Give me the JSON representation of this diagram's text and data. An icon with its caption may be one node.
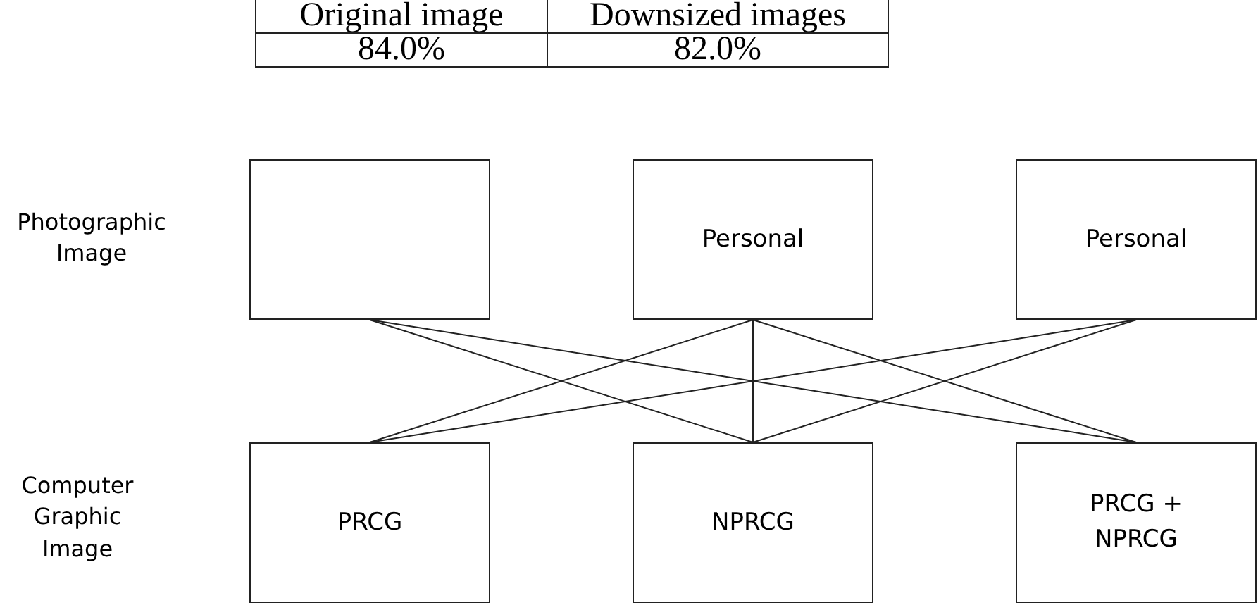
{
  "diagram": {
    "nodes": [
      {
        "text": [],
        "shape": "box"
      },
      {
        "text": [
          "Personal"
        ]
      },
      {
        "text": [
          "Personal"
        ]
      },
      {
        "text": [
          "PRCG"
        ]
      },
      {
        "text": [
          "NPRCG"
        ]
      },
      {
        "text": [
          "PRCG + NPRCG"
        ]
      }
    ],
    "edges": [
      {
        "from": 0,
        "to": 4,
        "arrow": "none"
      },
      {
        "from": 0,
        "to": 5,
        "arrow": "none"
      },
      {
        "from": 1,
        "to": 3,
        "arrow": "none"
      },
      {
        "from": 1,
        "to": 4,
        "arrow": "none"
      },
      {
        "from": 1,
        "to": 5,
        "arrow": "none"
      },
      {
        "from": 2,
        "to": 3,
        "arrow": "none"
      },
      {
        "from": 2,
        "to": 4,
        "arrow": "none"
      }
    ],
    "labels": [
      "Original image",
      "Downsized images",
      "84.0%",
      "82.0%",
      "Photographic Image",
      "Computer Graphic Image"
    ]
  }
}
